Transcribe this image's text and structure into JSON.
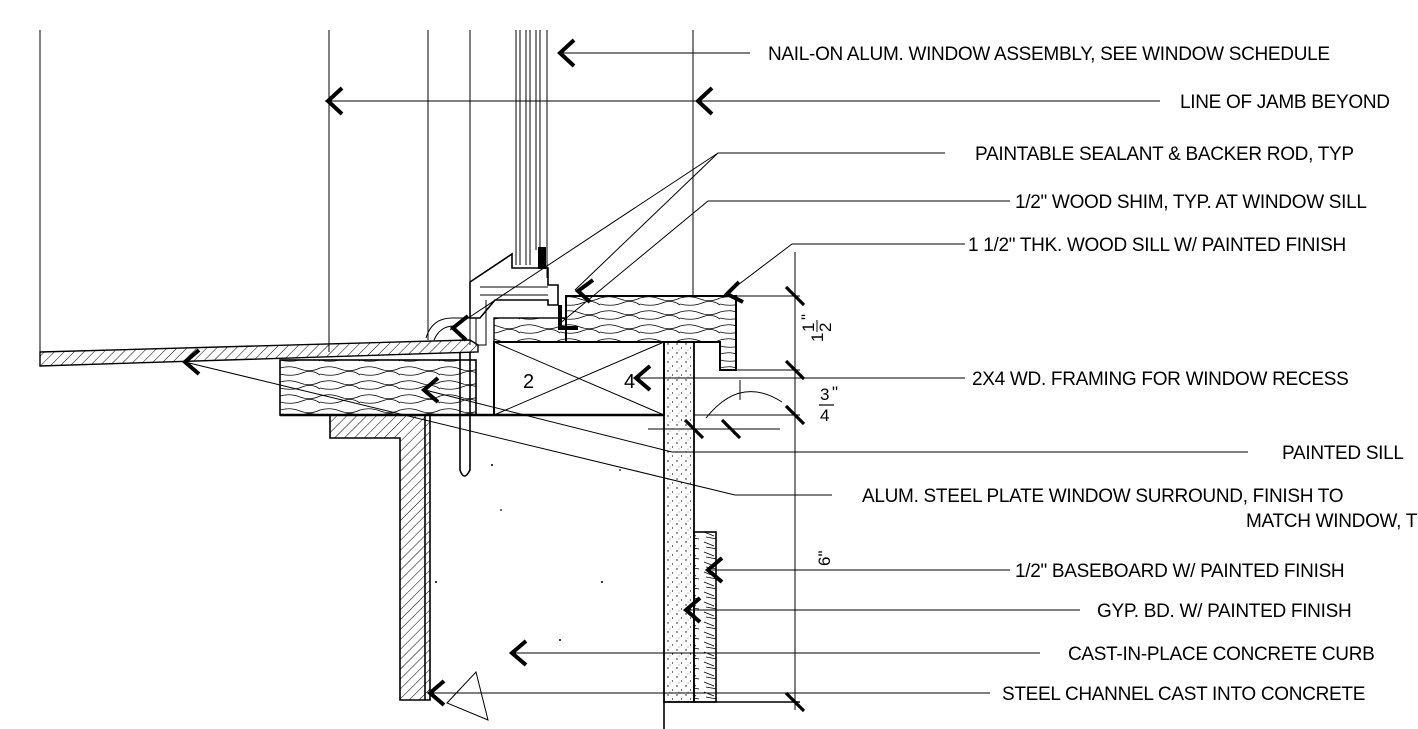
{
  "notes": [
    "NAIL-ON ALUM. WINDOW ASSEMBLY, SEE WINDOW SCHEDULE",
    "LINE OF JAMB BEYOND",
    "PAINTABLE SEALANT & BACKER ROD, TYP",
    "1/2\" WOOD SHIM, TYP. AT WINDOW SILL",
    "1 1/2\" THK. WOOD SILL W/ PAINTED FINISH",
    "2X4 WD. FRAMING FOR WINDOW RECESS",
    "PAINTED SILL",
    "ALUM. STEEL PLATE WINDOW SURROUND, FINISH TO",
    "MATCH WINDOW, TYP",
    "1/2\" BASEBOARD W/ PAINTED FINISH",
    "GYP. BD. W/ PAINTED FINISH",
    "CAST-IN-PLACE CONCRETE CURB",
    "STEEL CHANNEL CAST INTO CONCRETE"
  ],
  "dimensions": {
    "sill_thickness_whole": "1",
    "sill_thickness_num": "1",
    "sill_thickness_den": "2",
    "sill_thickness_unit": "\"",
    "reveal_num": "3",
    "reveal_den": "4",
    "reveal_unit": "\"",
    "baseboard_height": "6\""
  },
  "framing_tags": [
    "2",
    "4"
  ]
}
